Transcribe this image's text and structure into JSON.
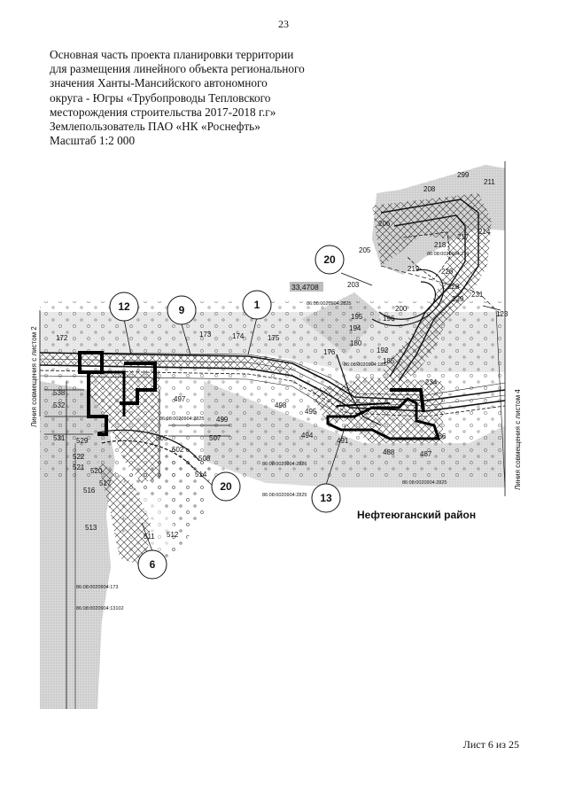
{
  "page_number": "23",
  "header": {
    "lines": [
      "Основная часть проекта планировки территории",
      "для размещения линейного объекта регионального",
      "значения Ханты-Мансийского автономного",
      "округа - Югры «Трубопроводы Тепловского",
      "месторождения строительства 2017-2018 г.г»",
      "Землепользователь ПАО «НК «Роснефть»",
      "Масштаб 1:2 000"
    ]
  },
  "map": {
    "district_label": "Нефтеюганский район",
    "area_label": "33,4708",
    "left_edge_label": "Линия совмещения с листом 2",
    "right_edge_label": "Линия совмещения с листом 4",
    "circled_numbers": [
      "12",
      "9",
      "1",
      "20",
      "20",
      "13",
      "6"
    ],
    "point_labels": [
      "299",
      "211",
      "208",
      "214",
      "206",
      "217",
      "205",
      "218",
      "219",
      "226",
      "203",
      "228",
      "231",
      "229",
      "200",
      "123",
      "195",
      "196",
      "194",
      "180",
      "192",
      "185",
      "176",
      "172",
      "173",
      "174",
      "175",
      "234",
      "538",
      "532",
      "497",
      "498",
      "499",
      "495",
      "494",
      "491",
      "531",
      "529",
      "522",
      "521",
      "520",
      "505",
      "507",
      "502",
      "508",
      "486",
      "488",
      "487",
      "517",
      "516",
      "514",
      "513",
      "512",
      "511"
    ],
    "cadastral_labels": [
      "86:08:0020904:219",
      "86:08:0020904:2825",
      "86:08:0020904:185",
      "86:08:0020904:2825",
      "86:08:0020904:2826",
      "86:08:0020904:2825",
      "86:08:0020904:173",
      "86:08:0020904:13102",
      "86:08:0020904:2825"
    ]
  },
  "footer": {
    "sheet_label": "Лист 6 из 25"
  }
}
